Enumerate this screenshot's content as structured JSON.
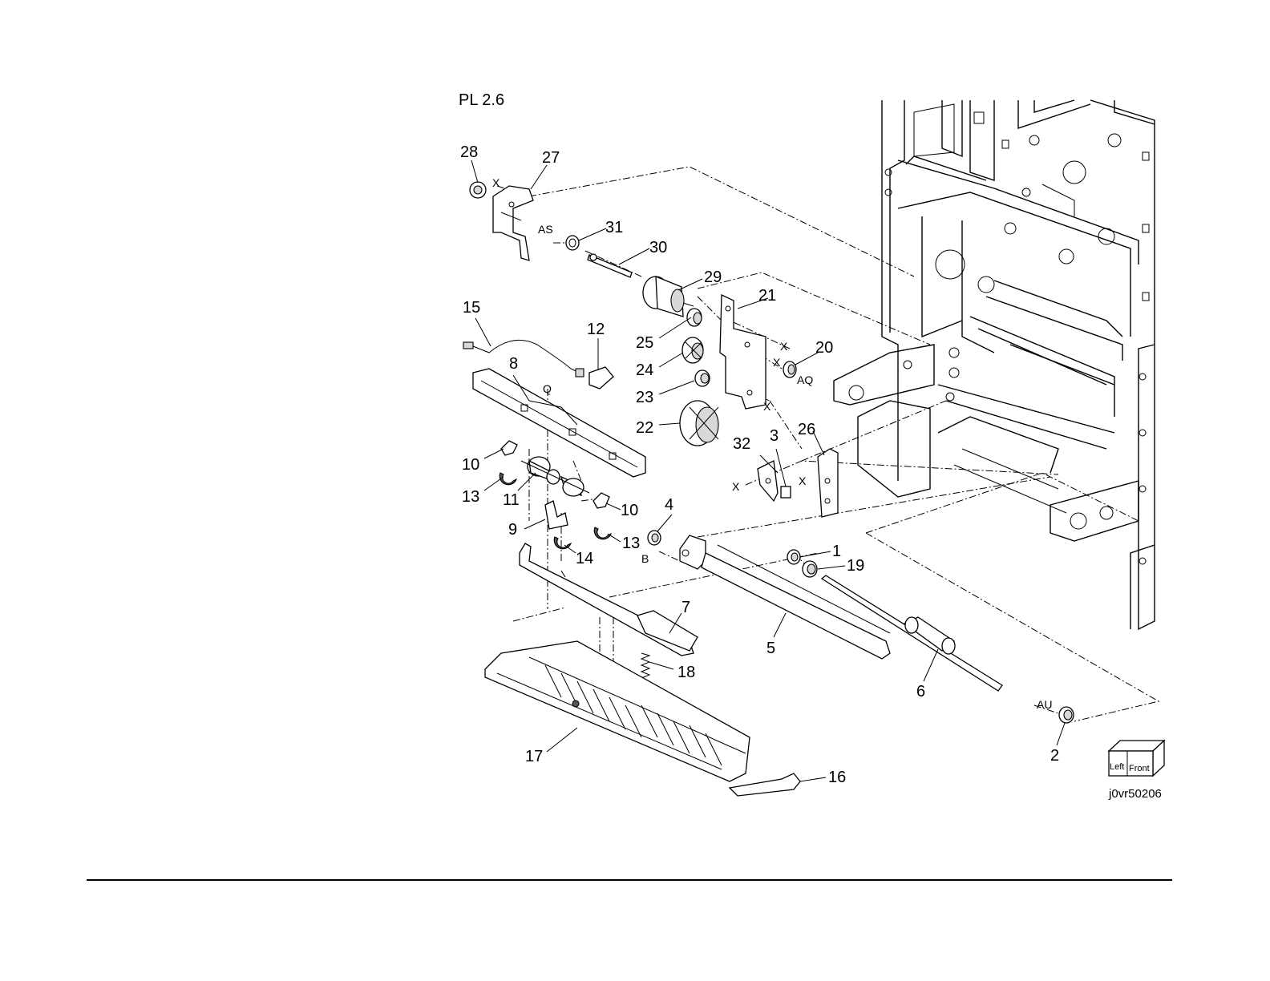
{
  "plate_title": "PL 2.6",
  "drawing_id": "j0vr50206",
  "orientation_icon": {
    "left": "Left",
    "front": "Front"
  },
  "callouts": {
    "c1": "1",
    "c2": "2",
    "c3": "3",
    "c4": "4",
    "c5": "5",
    "c6": "6",
    "c7": "7",
    "c8": "8",
    "c9": "9",
    "c10a": "10",
    "c10b": "10",
    "c11": "11",
    "c12": "12",
    "c13a": "13",
    "c13b": "13",
    "c14": "14",
    "c15": "15",
    "c16": "16",
    "c17": "17",
    "c18": "18",
    "c19": "19",
    "c20": "20",
    "c21": "21",
    "c22": "22",
    "c23": "23",
    "c24": "24",
    "c25": "25",
    "c26": "26",
    "c27": "27",
    "c28": "28",
    "c29": "29",
    "c30": "30",
    "c31": "31",
    "c32": "32"
  },
  "references": {
    "as": "AS",
    "aq": "AQ",
    "au": "AU",
    "b": "B",
    "q": "Q",
    "x1": "X",
    "x2": "X",
    "x3": "X",
    "x4": "X",
    "x5": "X",
    "x6": "X",
    "x7": "X"
  }
}
